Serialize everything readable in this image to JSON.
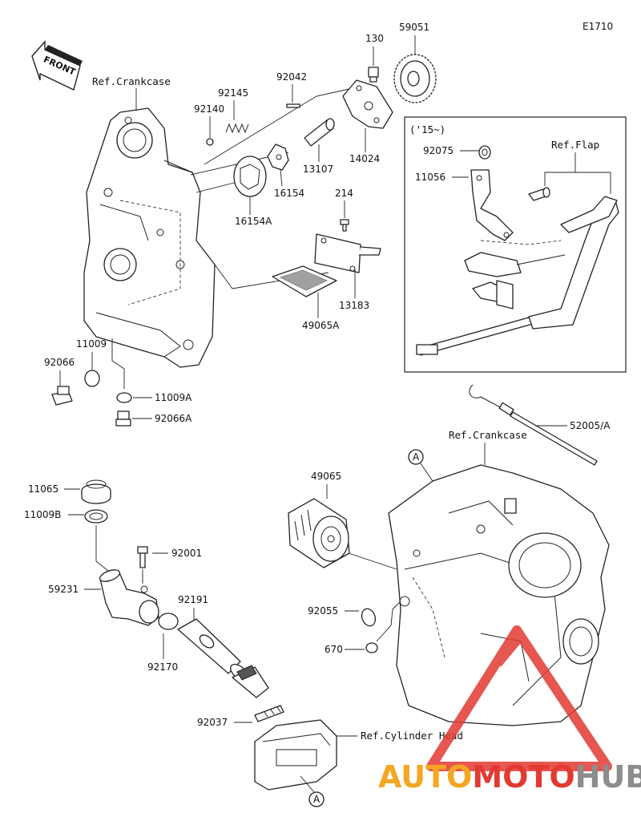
{
  "diagram_id": "E1710",
  "front_arrow_text": "FRONT",
  "refs": {
    "crankcase_top": "Ref.Crankcase",
    "crankcase_bottom": "Ref.Crankcase",
    "flap": "Ref.Flap",
    "cylinder_head": "Ref.Cylinder Head"
  },
  "inset_note": "('15~)",
  "marker_a_top": "A",
  "marker_a_bottom": "A",
  "parts": {
    "p130": "130",
    "p59051": "59051",
    "p92042": "92042",
    "p92145": "92145",
    "p92140": "92140",
    "p14024": "14024",
    "p13107": "13107",
    "p16154": "16154",
    "p16154A": "16154A",
    "p214": "214",
    "p13183": "13183",
    "p49065A": "49065A",
    "p11009": "11009",
    "p92066": "92066",
    "p11009A": "11009A",
    "p92066A": "92066A",
    "p92075": "92075",
    "p11056": "11056",
    "p52005A": "52005/A",
    "p11065": "11065",
    "p11009B": "11009B",
    "p92001": "92001",
    "p59231": "59231",
    "p92191": "92191",
    "p92170": "92170",
    "p92037": "92037",
    "p49065": "49065",
    "p92055": "92055",
    "p670": "670"
  },
  "watermark": {
    "word_part1": "AUTO",
    "word_part2": "MOTO",
    "word_part3": "HUB",
    "colors": {
      "orange": "#f5a623",
      "red": "#e23a32",
      "grey": "#8c8c8c"
    }
  }
}
